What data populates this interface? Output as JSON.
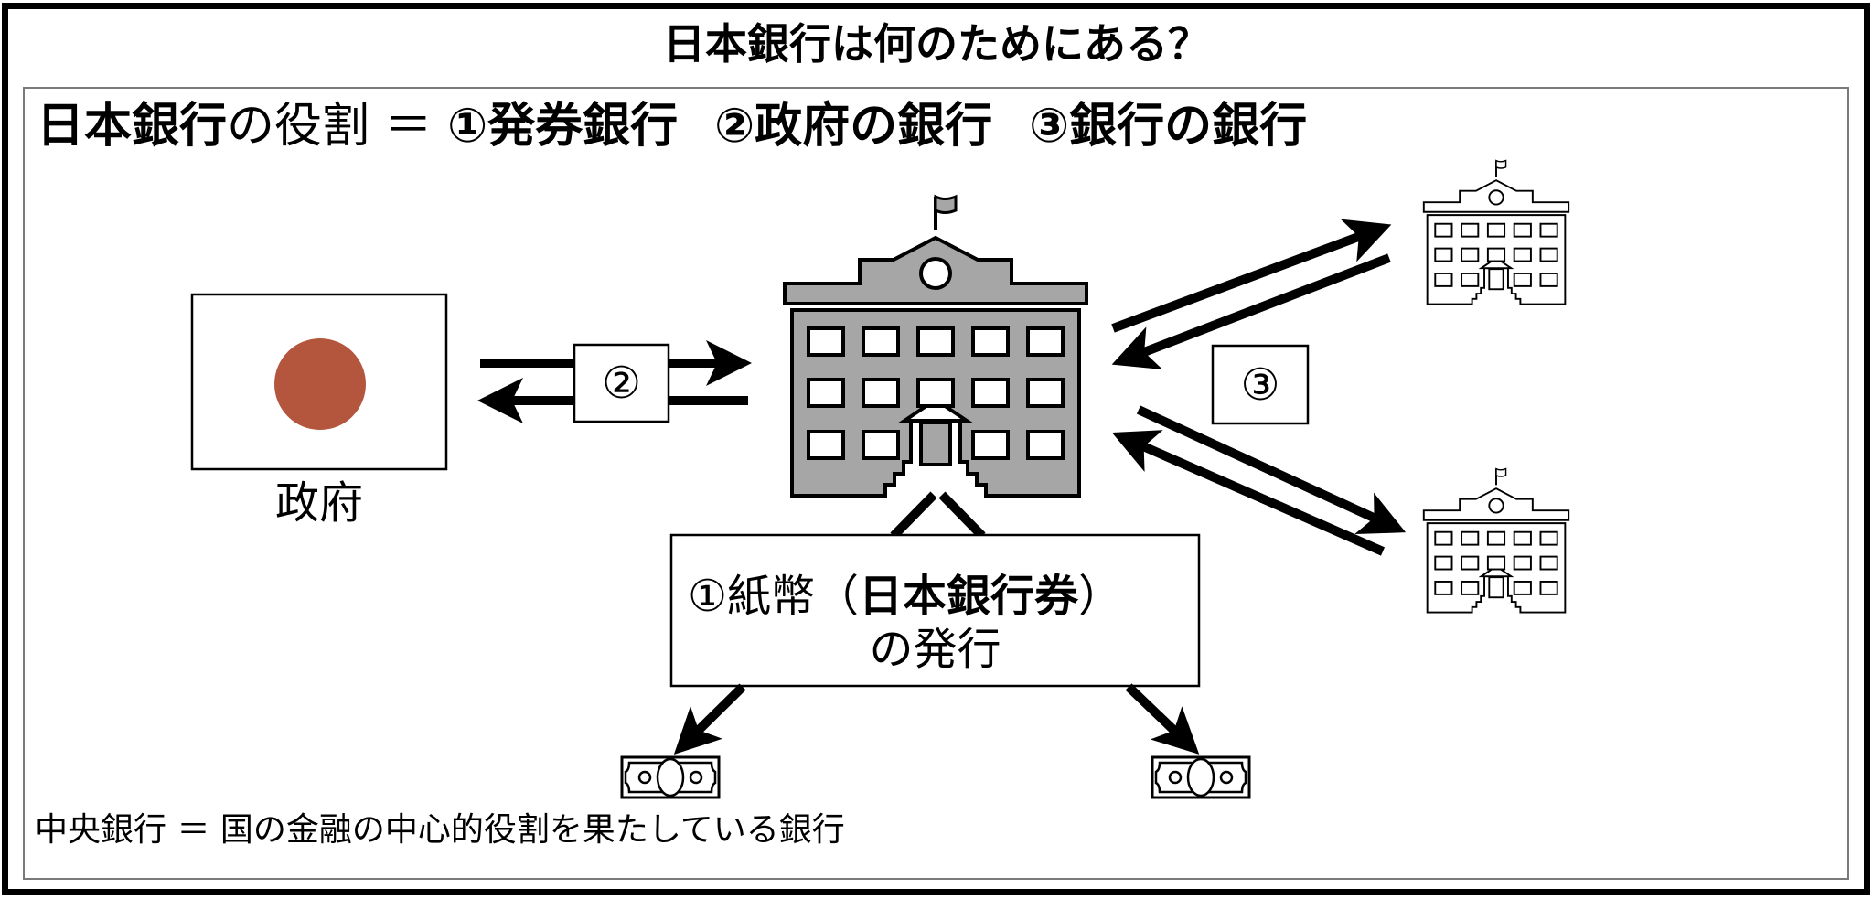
{
  "title": "日本銀行は何のためにある？",
  "heading": {
    "subject": "日本銀行",
    "connector": "の役割 ＝ ",
    "role1": "①発券銀行",
    "role2": "②政府の銀行",
    "role3": "③銀行の銀行"
  },
  "government": {
    "label": "政府",
    "flag_icon": "japan-flag-icon",
    "flag_circle_color": "#b4563e"
  },
  "boxes": {
    "gov_bank_number": "②",
    "bank_bank_number": "③"
  },
  "issuance": {
    "line1_prefix": "①紙幣（",
    "line1_bold": "日本銀行券",
    "line1_suffix": "）",
    "line2": "の発行"
  },
  "icons": {
    "central_bank": "bank-building-icon",
    "commercial_bank": "bank-building-outline-icon",
    "banknote": "banknote-icon"
  },
  "colors": {
    "building_fill": "#a6a6a6",
    "inner_border": "#7a7a7a"
  },
  "footer": "中央銀行 ＝ 国の金融の中心的役割を果たしている銀行"
}
